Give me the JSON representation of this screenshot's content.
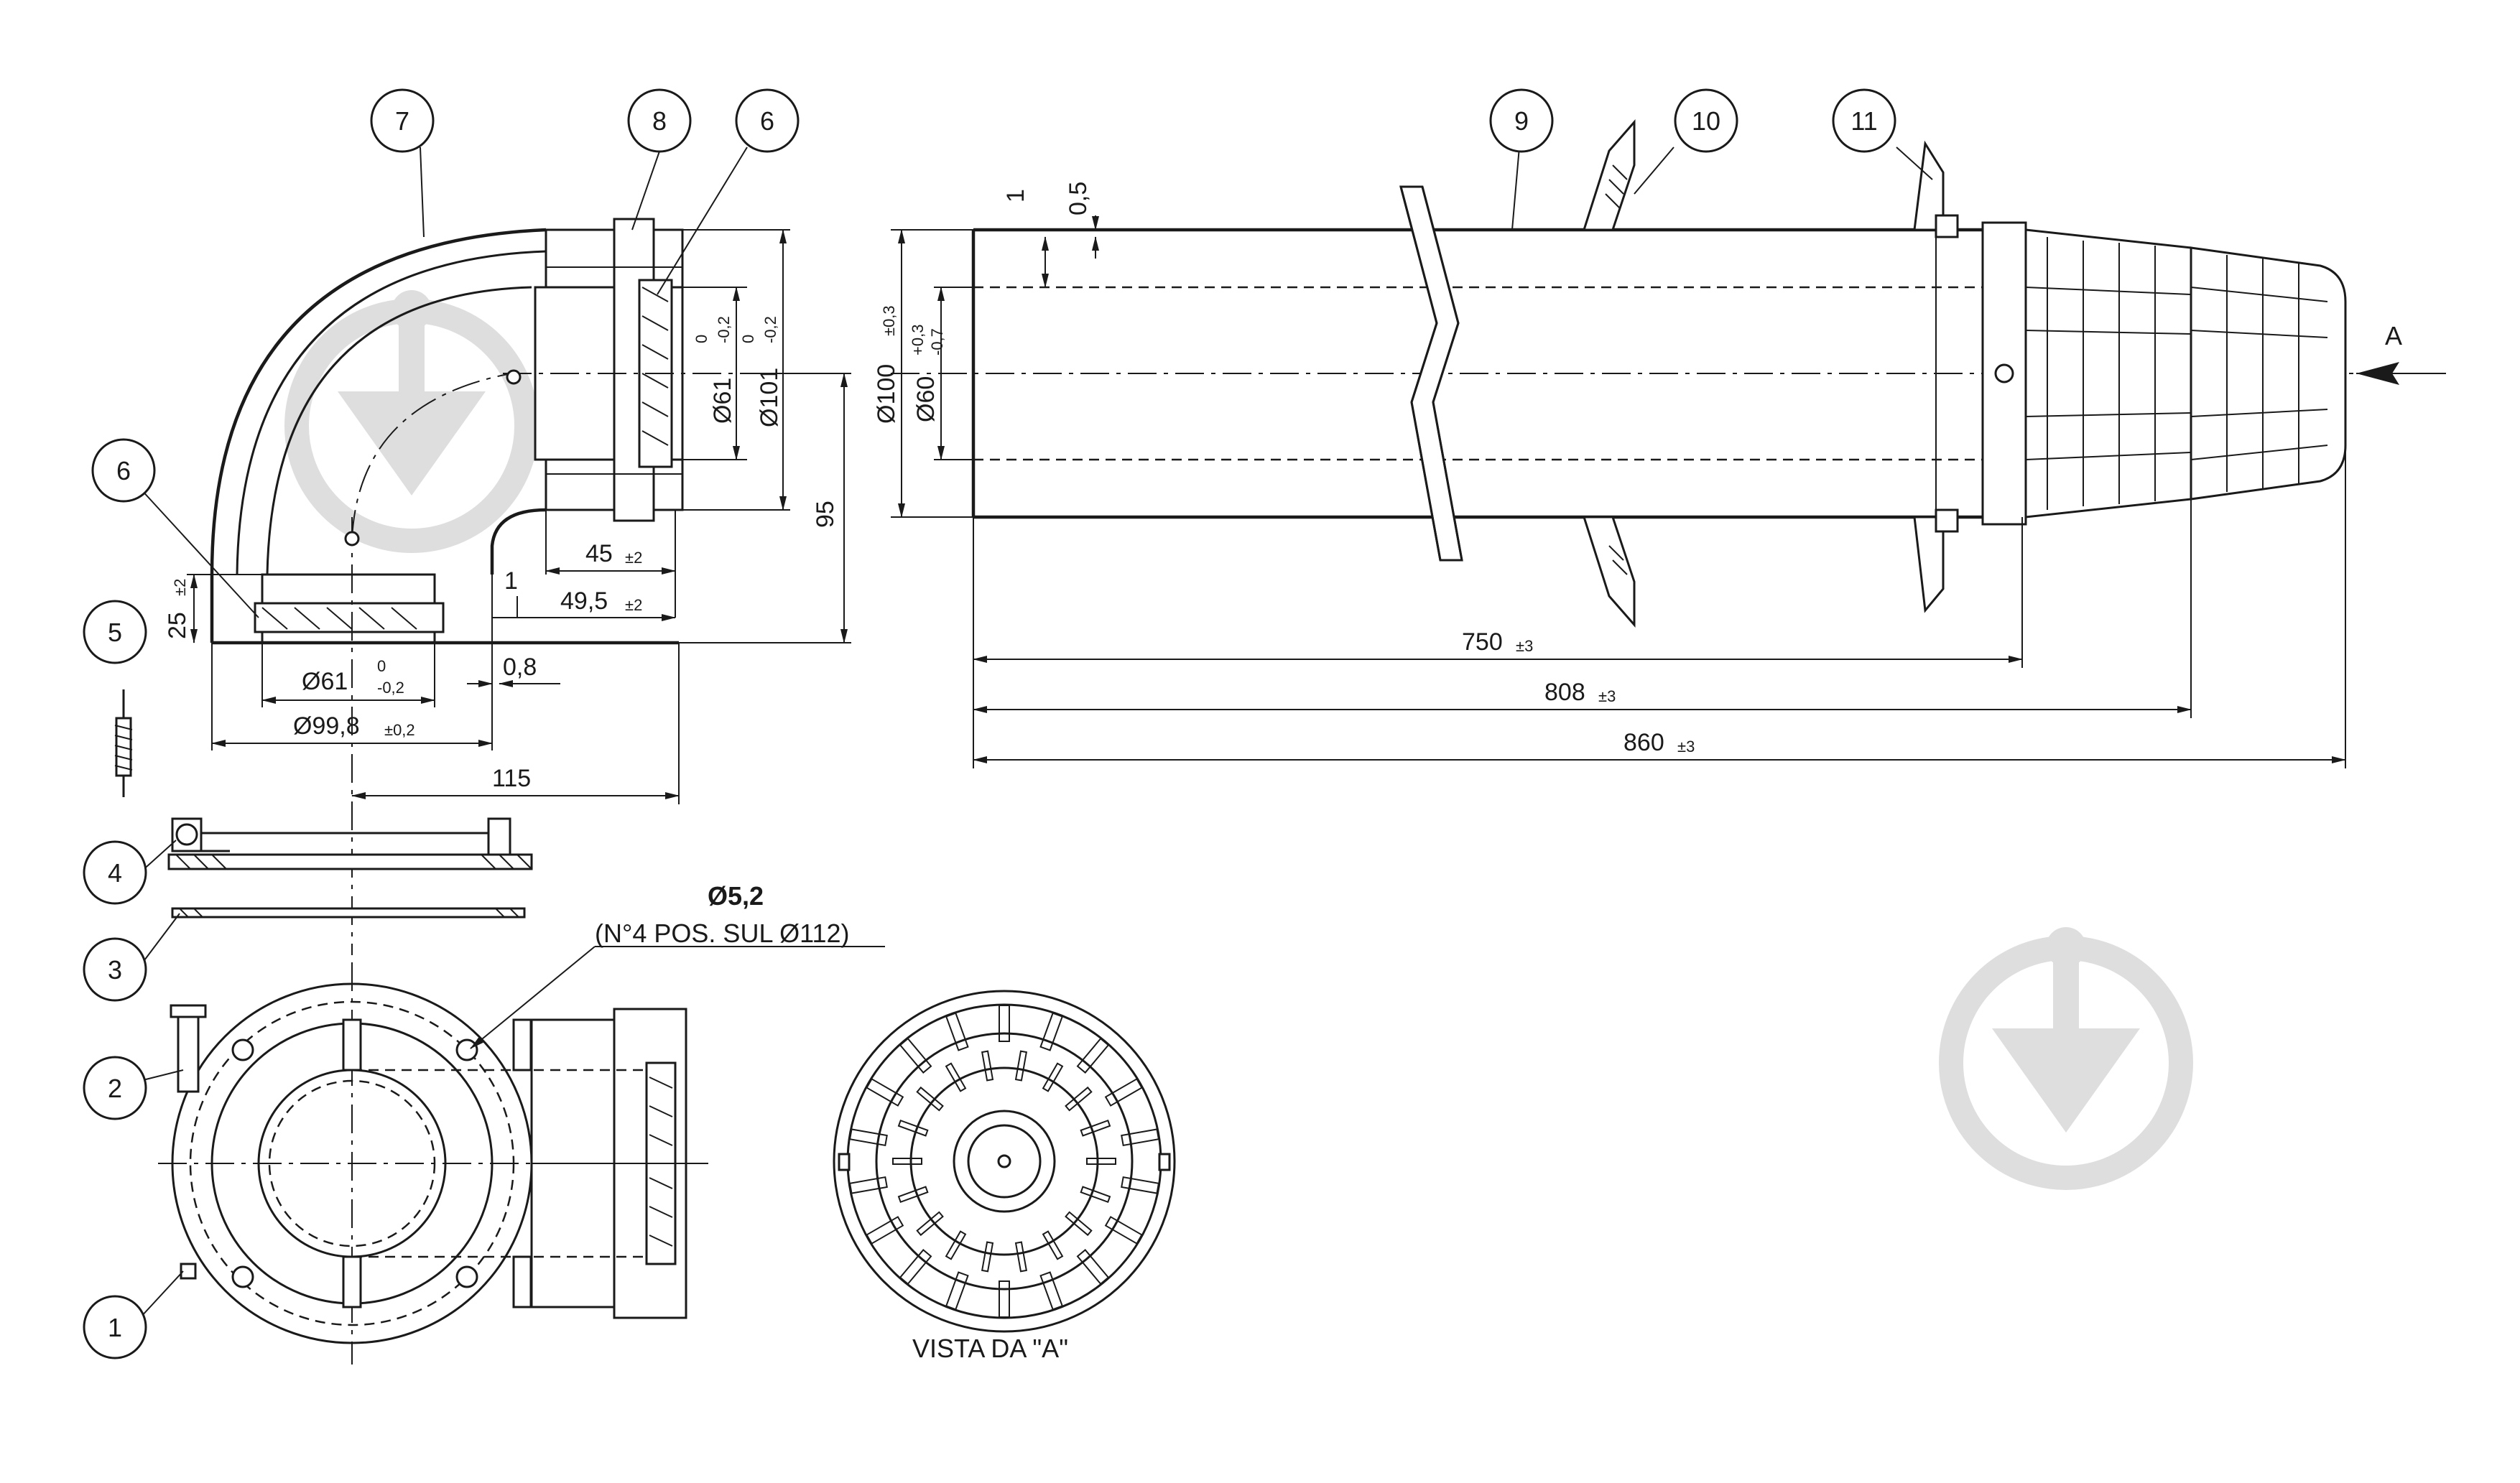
{
  "part_labels": [
    "1",
    "2",
    "3",
    "4",
    "5",
    "6",
    "7",
    "8",
    "6",
    "9",
    "10",
    "11"
  ],
  "dimensions": {
    "d61_top": "Ø61",
    "d61_top_tol_upper": "0",
    "d61_top_tol_lower": "-0,2",
    "d101": "Ø101",
    "d101_tol_upper": "0",
    "d101_tol_lower": "-0,2",
    "h95": "95",
    "l45": "45",
    "l45_tol": "±2",
    "l49_5": "49,5",
    "l49_5_tol": "±2",
    "v1_small": "1",
    "h25": "25",
    "h25_tol": "±2",
    "d61_bottom": "Ø61",
    "d61_bottom_tol_upper": "0",
    "d61_bottom_tol_lower": "-0,2",
    "gap08": "0,8",
    "d99_8": "Ø99,8",
    "d99_8_tol": "±0,2",
    "l115": "115",
    "t1": "1",
    "t05": "0,5",
    "d100": "Ø100",
    "d100_tol": "±0,3",
    "d60": "Ø60",
    "d60_tol_upper": "+0,3",
    "d60_tol_lower": "-0,7",
    "l750": "750",
    "l750_tol": "±3",
    "l808": "808",
    "l808_tol": "±3",
    "l860": "860",
    "l860_tol": "±3"
  },
  "notes": {
    "hole_dia": "Ø5,2",
    "hole_pos": "(N°4 POS. SUL Ø112)",
    "view_arrow": "A",
    "view_caption": "VISTA DA \"A\""
  }
}
